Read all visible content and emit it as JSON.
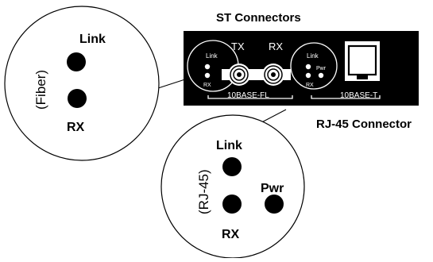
{
  "callouts": {
    "st_connectors": "ST Connectors",
    "rj45_connector": "RJ-45 Connector"
  },
  "fiber_inset": {
    "group_label": "(Fiber)",
    "led_top": "Link",
    "led_bottom": "RX"
  },
  "rj45_inset": {
    "group_label": "(RJ-45)",
    "led_link": "Link",
    "led_pwr": "Pwr",
    "led_rx": "RX"
  },
  "panel": {
    "fiber_link": "Link",
    "fiber_rx": "RX",
    "tx_label": "TX",
    "rx_label": "RX",
    "fiber_port_label": "10BASE-FL",
    "rj_link": "Link",
    "rj_rx": "RX",
    "rj_pwr": "Pwr",
    "tp_port_label": "10BASE-T"
  }
}
